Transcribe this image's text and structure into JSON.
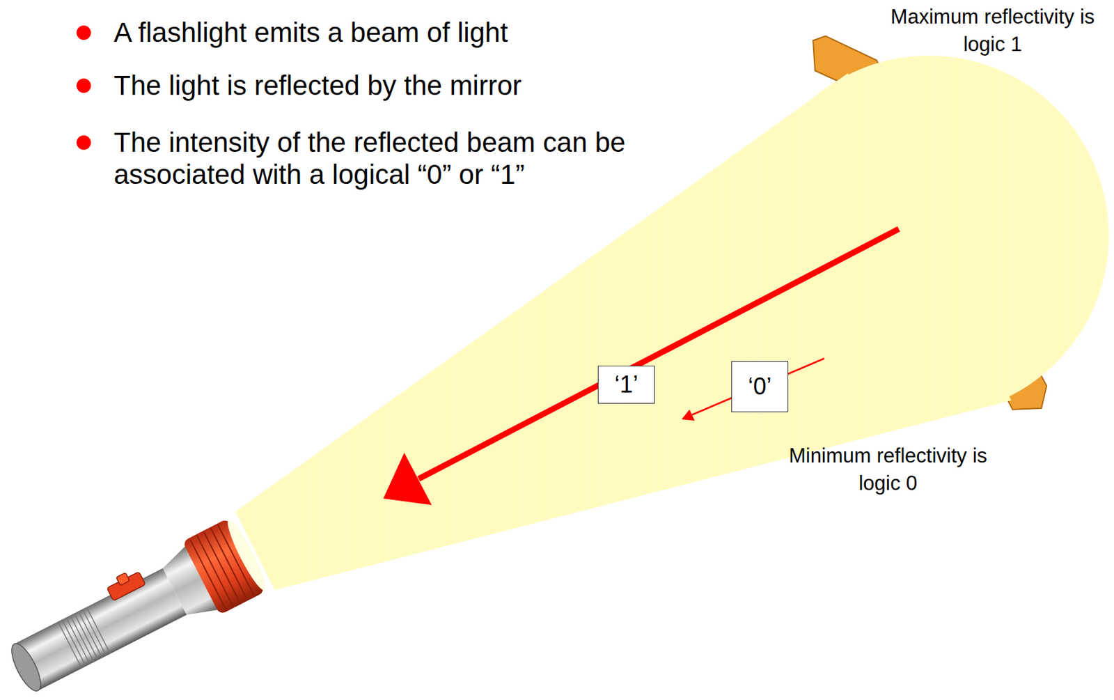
{
  "diagram": {
    "nodes": [
      {
        "text": [
          "‘1’"
        ]
      },
      {
        "text": [
          "‘0’"
        ]
      }
    ],
    "labels": [
      "A flashlight emits a beam of light",
      "The light is reflected by the mirror",
      "The intensity of the reflected beam can be associated with a logical “0” or “1”",
      "Maximum reflectivity is logic 1",
      "Minimum reflectivity is logic 0"
    ]
  }
}
